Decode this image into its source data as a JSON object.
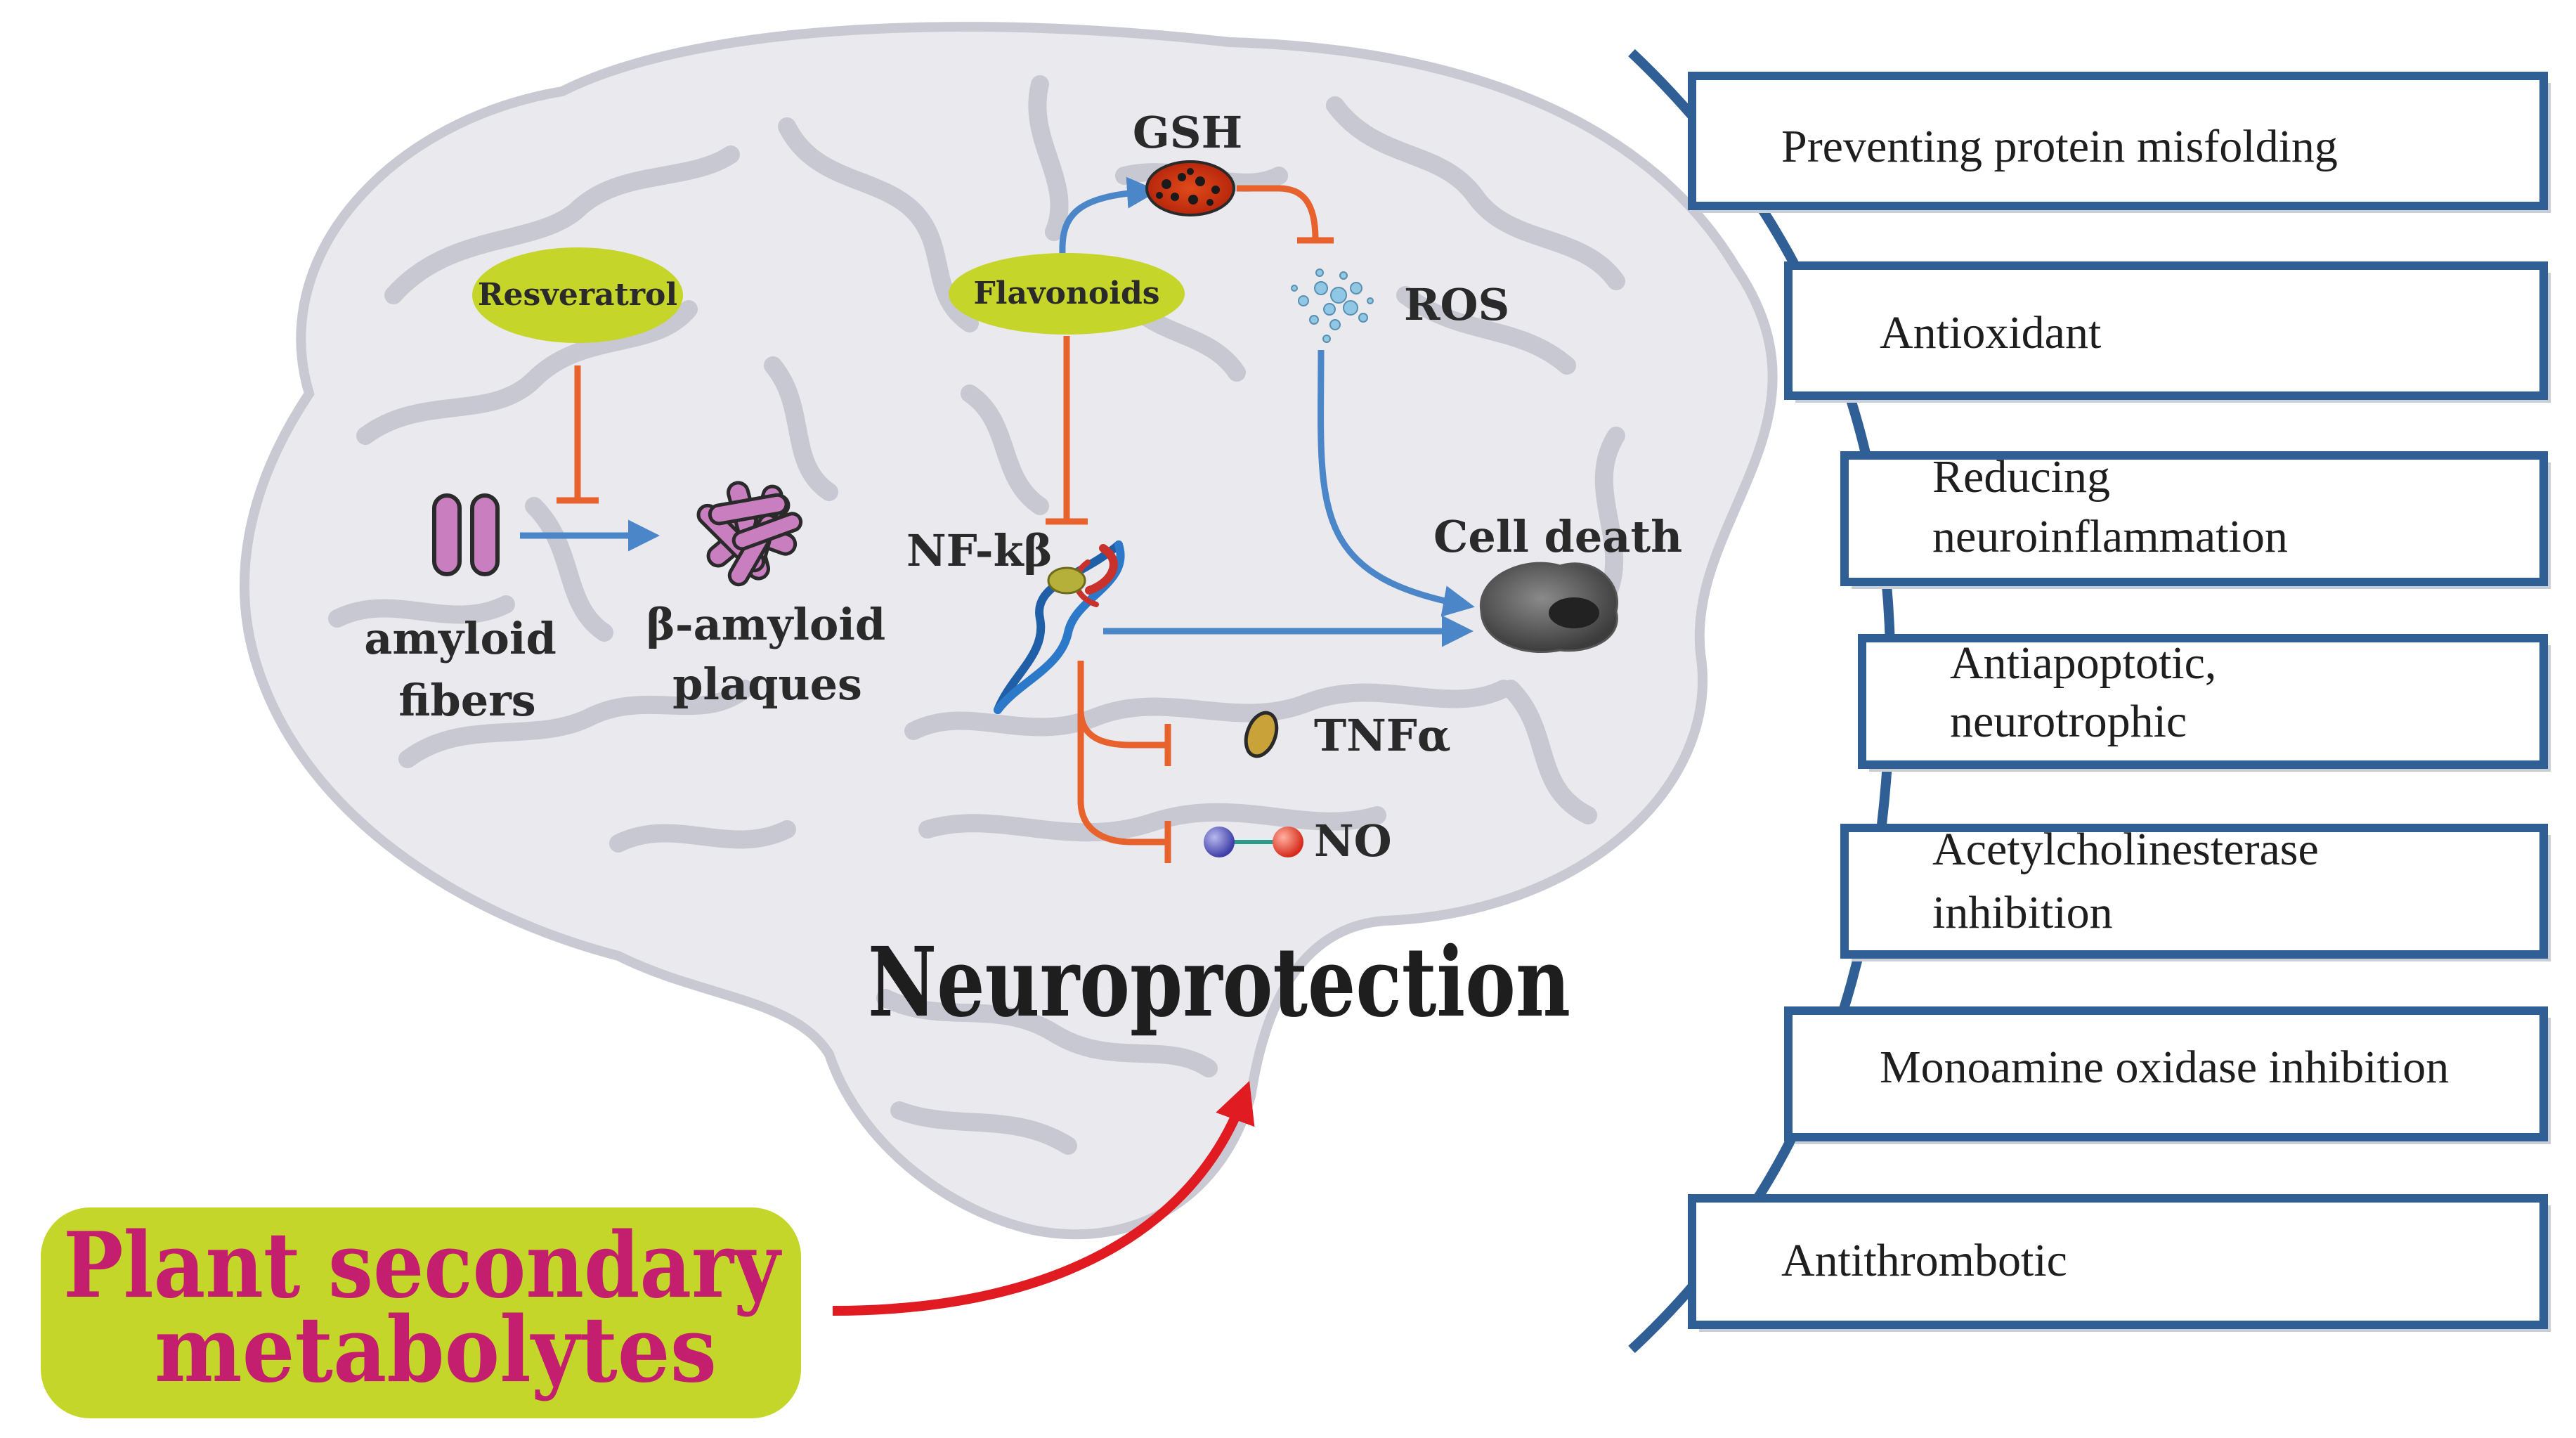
{
  "labels": {
    "resveratrol": "Resveratrol",
    "flavonoids": "Flavonoids",
    "gsh": "GSH",
    "ros": "ROS",
    "amyloid_fibers_line1": "amyloid",
    "amyloid_fibers_line2": "fibers",
    "plaques_line1": "β-amyloid",
    "plaques_line2": "plaques",
    "nfkb": "NF-kβ",
    "cell_death": "Cell death",
    "tnf": "TNFα",
    "no": "NO",
    "neuroprotection": "Neuroprotection",
    "psm_line1": "Plant secondary",
    "psm_line2": "metabolytes"
  },
  "effects": [
    {
      "lines": [
        "Preventing protein misfolding"
      ]
    },
    {
      "lines": [
        "Antioxidant"
      ]
    },
    {
      "lines": [
        "Reducing",
        "neuroinflammation"
      ]
    },
    {
      "lines": [
        "Antiapoptotic,",
        "neurotrophic"
      ]
    },
    {
      "lines": [
        "Acetylcholinesterase",
        "inhibition"
      ]
    },
    {
      "lines": [
        "Monoamine oxidase inhibition"
      ]
    },
    {
      "lines": [
        "Antithrombotic"
      ]
    }
  ],
  "colors": {
    "brain": "#e9e9ee",
    "brain_folds": "#c6c6d0",
    "activate_arrow": "#4a86c8",
    "inhibit": "#e8622d",
    "pill": "#c6d52a",
    "psm_box": "#c3d629",
    "psm_text": "#c41e6e",
    "red_arrow": "#e01b22",
    "panel_border": "#2f5f95",
    "amyloid": "#c97fbf"
  }
}
